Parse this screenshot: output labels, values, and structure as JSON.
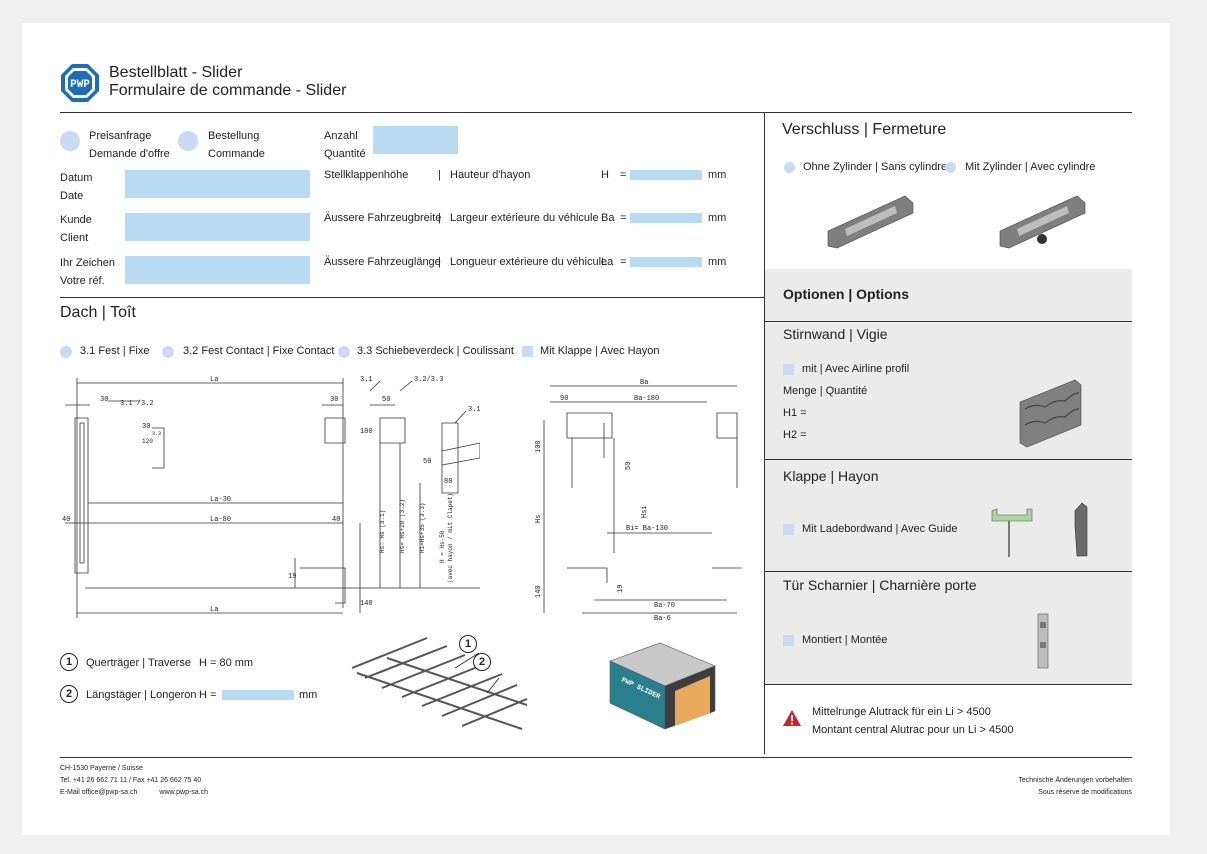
{
  "header": {
    "title_de": "Bestellblatt - Slider",
    "title_fr": "Formulaire de commande - Slider",
    "logo_text": "PWP"
  },
  "request_type": {
    "inquiry_de": "Preisanfrage",
    "inquiry_fr": "Demande d'offre",
    "order_de": "Bestellung",
    "order_fr": "Commande",
    "qty_de": "Anzahl",
    "qty_fr": "Quantité"
  },
  "client": {
    "date_de": "Datum",
    "date_fr": "Date",
    "client_de": "Kunde",
    "client_fr": "Client",
    "ref_de": "Ihr Zeichen",
    "ref_fr": "Votre réf."
  },
  "dimensions": [
    {
      "de": "Stellklappenhöhe",
      "fr": "Hauteur d'hayon",
      "sym": "H",
      "eq": "=",
      "unit": "mm"
    },
    {
      "de": "Äussere Fahrzeugbreite",
      "fr": "Largeur extérieure du véhicule",
      "sym": "Ba",
      "eq": "=",
      "unit": "mm"
    },
    {
      "de": "Äussere Fahrzeuglänge",
      "fr": "Longueur extérieure du véhicule",
      "sym": "La",
      "eq": "=",
      "unit": "mm"
    }
  ],
  "sep": "|",
  "roof": {
    "title": "Dach | Toît",
    "options": [
      "3.1 Fest | Fixe",
      "3.2 Fest Contact | Fixe  Contact",
      "3.3 Schiebeverdeck | Coulissant",
      "Mit Klappe | Avec Hayon"
    ]
  },
  "drawing": {
    "La": "La",
    "La30": "La-30",
    "La80": "La-80",
    "d30": "30",
    "d40": "40",
    "d50": "50",
    "d100": "100",
    "d120": "120",
    "d140": "140",
    "d19": "19",
    "d80": "80",
    "c31": "3.1",
    "c31_32": "3.1 /3.2",
    "c32_33": "3.2/3.3",
    "c33": "3.3",
    "hs": "Hs",
    "hsi": "Hsi",
    "hs20": "Hs= Hs+20  (3.2)",
    "hs35": "Hi=Hs+35 (3.3)",
    "hs31": "Hs: Hs  (3.1)",
    "h50": "H = Hs-50",
    "h50b": "(avec hayon / mit Clapet)",
    "Ba": "Ba",
    "Ba180": "Ba-180",
    "Bi130": "Bi= Ba-130",
    "Ba70": "Ba-70",
    "Ba6": "Ba-6",
    "d90": "90"
  },
  "beams": {
    "cross_num": "1",
    "cross_label": "Querträger | Traverse",
    "cross_value": "H =  80 mm",
    "long_num": "2",
    "long_label": "Längstäger  | Longeron",
    "long_h": "H =",
    "long_unit": "mm"
  },
  "product_image": {
    "label": "PWP SLIDER"
  },
  "lock": {
    "title": "Verschluss | Fermeture",
    "opt1": "Ohne Zylinder | Sans cylindre",
    "opt2": "Mit Zylinder | Avec cylindre"
  },
  "options": {
    "title": "Optionen | Options"
  },
  "front_wall": {
    "title": "Stirnwand | Vigie",
    "opt": "mit | Avec Airline profil",
    "qty": "Menge  | Quantité",
    "h1": "H1 =",
    "h2": "H2 ="
  },
  "flap": {
    "title": "Klappe | Hayon",
    "opt": "Mit Ladebordwand | Avec Guide"
  },
  "hinge": {
    "title": "Tür Scharnier | Charnière porte",
    "opt": "Montiert | Montée"
  },
  "warning": {
    "line1": "Mittelrunge Alutrack für ein Li > 4500",
    "line2": "Montant central Alutrac pour un Li > 4500"
  },
  "footer": {
    "addr1": "CH-1530 Payerne / Suisse",
    "addr2": "Tel. +41 26 662 71 11 / Fax +41 26 662 75 40",
    "email": "E-Mail office@pwp-sa.ch",
    "web": "www.pwp-sa.ch",
    "note1": "Technische Änderungen vorbehalten",
    "note2": "Sous réserve de modifications"
  },
  "colors": {
    "field": "#b8daf2",
    "radio": "#c9daf2",
    "brand": "#1b6eb5",
    "panel": "#ebebeb",
    "warning": "#c62828"
  }
}
